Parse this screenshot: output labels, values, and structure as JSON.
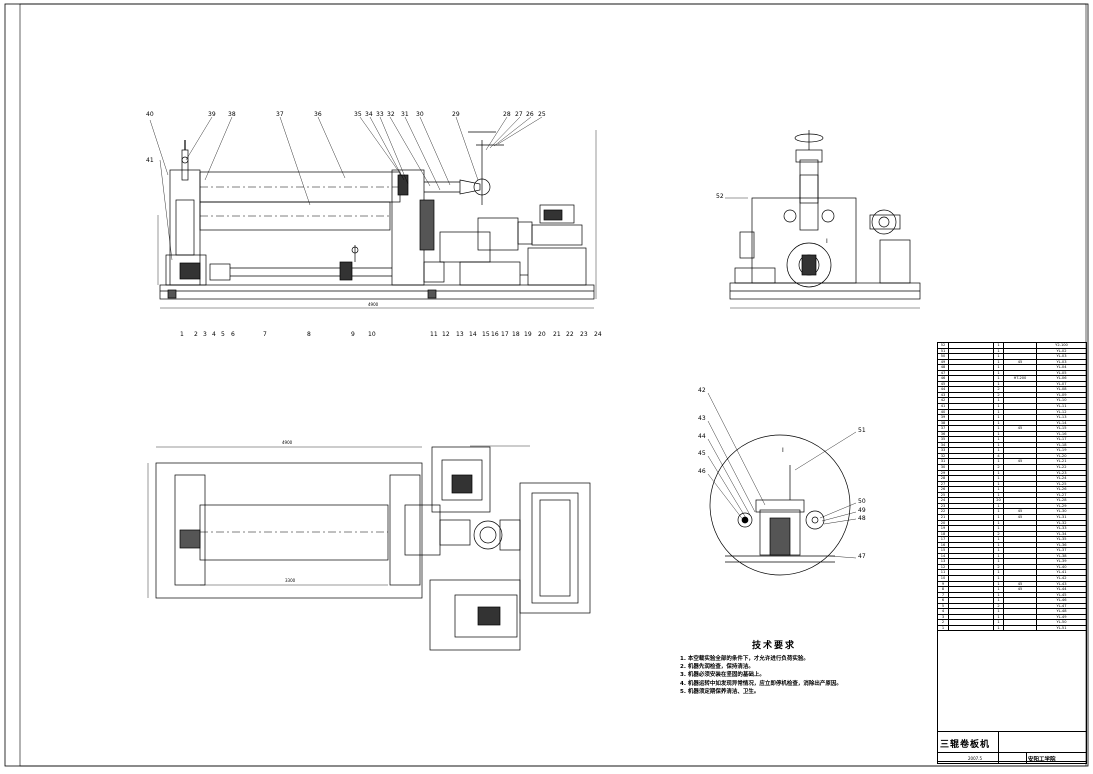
{
  "drawing": {
    "title": "三辊卷板机",
    "school": "安阳工学院",
    "date": "2007.5"
  },
  "front_view": {
    "labels_top": [
      "40",
      "39",
      "38",
      "37",
      "36",
      "35",
      "34",
      "33",
      "32",
      "31",
      "30",
      "29",
      "28",
      "27",
      "26",
      "25"
    ],
    "labels_bottom": [
      "1",
      "2",
      "3",
      "4",
      "5",
      "6",
      "7",
      "8",
      "9",
      "10",
      "11",
      "12",
      "13",
      "14",
      "15",
      "16",
      "17",
      "18",
      "19",
      "20",
      "21",
      "22",
      "23",
      "24"
    ],
    "label_41": "41",
    "dim_length": "4900"
  },
  "side_view": {
    "label_52": "52",
    "section_mark": "I"
  },
  "detail_view": {
    "labels": [
      "42",
      "43",
      "44",
      "45",
      "46",
      "51",
      "50",
      "49",
      "48",
      "47"
    ],
    "mark": "I"
  },
  "plan_view": {
    "dim_total": "4900",
    "dim_sub": "3300"
  },
  "tech_requirements": {
    "heading": "技术要求",
    "items": [
      "1. 本空载实验全部的条件下，才允许进行负荷实验。",
      "2. 机器先润检查，保持清洁。",
      "3. 机器必须安装在坚固的基础上。",
      "4. 机器运转中如发现异常情况，应立即停机检查，消除出产原因。",
      "5. 机器须定期保养清洁、卫生。"
    ]
  },
  "bom": {
    "rows": [
      [
        "52",
        "",
        "1",
        "",
        "Y2-100"
      ],
      [
        "51",
        "",
        "1",
        "",
        "YL-02"
      ],
      [
        "50",
        "",
        "1",
        "",
        "YL-03"
      ],
      [
        "49",
        "",
        "1",
        "45",
        "YL-03"
      ],
      [
        "48",
        "",
        "1",
        "",
        "YL-04"
      ],
      [
        "47",
        "",
        "1",
        "",
        "YL-05"
      ],
      [
        "46",
        "",
        "1",
        "HT-200",
        "YL-06"
      ],
      [
        "45",
        "",
        "1",
        "",
        "YL-07"
      ],
      [
        "44",
        "",
        "2",
        "",
        "YL-08"
      ],
      [
        "43",
        "",
        "2",
        "",
        "YL-09"
      ],
      [
        "42",
        "",
        "1",
        "",
        "YL-10"
      ],
      [
        "41",
        "",
        "1",
        "",
        "YL-11"
      ],
      [
        "40",
        "",
        "1",
        "",
        "YL-12"
      ],
      [
        "39",
        "",
        "1",
        "",
        "YL-13"
      ],
      [
        "38",
        "",
        "1",
        "",
        "YL-14"
      ],
      [
        "37",
        "",
        "1",
        "45",
        "YL-15"
      ],
      [
        "36",
        "",
        "1",
        "",
        "YL-16"
      ],
      [
        "35",
        "",
        "1",
        "",
        "YL-17"
      ],
      [
        "34",
        "",
        "1",
        "",
        "YL-18"
      ],
      [
        "33",
        "",
        "1",
        "",
        "YL-19"
      ],
      [
        "32",
        "",
        "4",
        "",
        "YL-20"
      ],
      [
        "31",
        "",
        "1",
        "45",
        "YL-21"
      ],
      [
        "30",
        "",
        "2",
        "",
        "YL-22"
      ],
      [
        "29",
        "",
        "1",
        "",
        "YL-23"
      ],
      [
        "28",
        "",
        "1",
        "",
        "YL-24"
      ],
      [
        "27",
        "",
        "1",
        "",
        "YL-25"
      ],
      [
        "26",
        "",
        "1",
        "",
        "YL-26"
      ],
      [
        "25",
        "",
        "1",
        "",
        "YL-27"
      ],
      [
        "24",
        "",
        "20",
        "",
        "YL-28"
      ],
      [
        "23",
        "",
        "1",
        "",
        "YL-29"
      ],
      [
        "22",
        "",
        "1",
        "45",
        "YL-30"
      ],
      [
        "21",
        "",
        "1",
        "45",
        "YL-31"
      ],
      [
        "20",
        "",
        "1",
        "",
        "YL-32"
      ],
      [
        "19",
        "",
        "1",
        "",
        "YL-33"
      ],
      [
        "18",
        "",
        "2",
        "",
        "YL-34"
      ],
      [
        "17",
        "",
        "1",
        "",
        "YL-35"
      ],
      [
        "16",
        "",
        "1",
        "",
        "YL-36"
      ],
      [
        "15",
        "",
        "1",
        "",
        "YL-37"
      ],
      [
        "14",
        "",
        "1",
        "",
        "YL-38"
      ],
      [
        "13",
        "",
        "1",
        "",
        "YL-39"
      ],
      [
        "12",
        "",
        "2",
        "",
        "YL-40"
      ],
      [
        "11",
        "",
        "1",
        "",
        "YL-41"
      ],
      [
        "10",
        "",
        "1",
        "",
        "YL-42"
      ],
      [
        "9",
        "",
        "1",
        "45",
        "YL-43"
      ],
      [
        "8",
        "",
        "1",
        "45",
        "YL-44"
      ],
      [
        "7",
        "",
        "1",
        "",
        "YL-45"
      ],
      [
        "6",
        "",
        "1",
        "",
        "YL-46"
      ],
      [
        "5",
        "",
        "2",
        "",
        "YL-47"
      ],
      [
        "4",
        "",
        "1",
        "",
        "YL-48"
      ],
      [
        "3",
        "",
        "1",
        "",
        "YL-49"
      ],
      [
        "2",
        "",
        "1",
        "",
        "YL-50"
      ],
      [
        "1",
        "",
        "1",
        "",
        "YL-51"
      ]
    ]
  },
  "colors": {
    "line": "#000000",
    "paper": "#ffffff"
  }
}
